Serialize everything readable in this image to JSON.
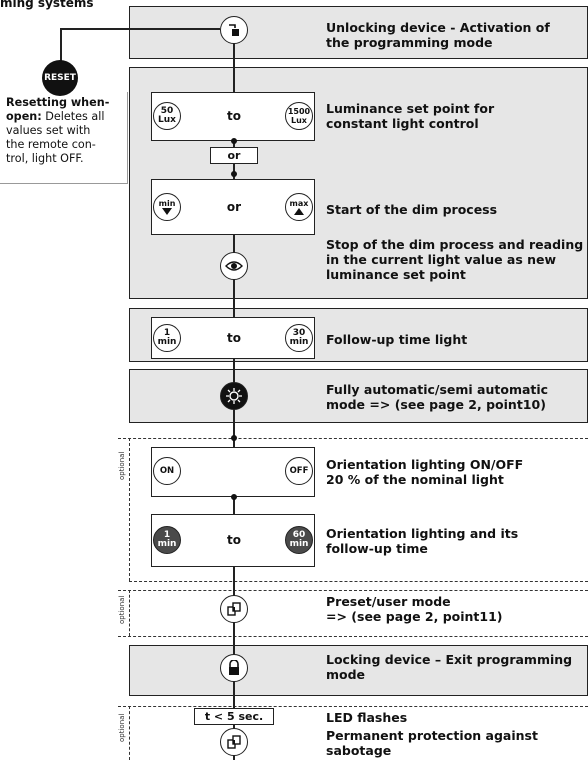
{
  "header_fragment": "ming systems",
  "reset": {
    "button_label": "RESET",
    "note_bold": "Resetting when-open:",
    "note_lines": [
      "Resetting when-",
      "open: Deletes all",
      "values set with",
      "the remote con-",
      "trol, light OFF."
    ]
  },
  "optional_label": "optional",
  "steps": {
    "unlock": {
      "desc": [
        "Unlocking device - Activation of",
        "the programming mode"
      ]
    },
    "luminance": {
      "left": [
        "50",
        "Lux"
      ],
      "mid": "to",
      "right": [
        "1500",
        "Lux"
      ],
      "desc": [
        "Luminance set point for",
        "constant light control"
      ],
      "or_label": "or"
    },
    "dim": {
      "left": "min",
      "mid": "or",
      "right": "max",
      "desc_start": "Start of the dim process",
      "desc_stop": [
        "Stop of the dim process and reading",
        "in the current light value as new",
        "luminance set point"
      ]
    },
    "followup": {
      "left": [
        "1",
        "min"
      ],
      "mid": "to",
      "right": [
        "30",
        "min"
      ],
      "desc": "Follow-up time light"
    },
    "auto": {
      "desc": [
        "Fully automatic/semi automatic",
        "mode => (see page 2, point10)"
      ]
    },
    "orient_onoff": {
      "left": "ON",
      "right": "OFF",
      "desc": [
        "Orientation lighting ON/OFF",
        "20 % of the nominal light"
      ]
    },
    "orient_time": {
      "left": [
        "1",
        "min"
      ],
      "mid": "to",
      "right": [
        "60",
        "min"
      ],
      "desc": [
        "Orientation lighting and its",
        "follow-up time"
      ]
    },
    "preset": {
      "desc": [
        "Preset/user mode",
        "=> (see page 2, point11)"
      ]
    },
    "lock": {
      "desc": [
        "Locking device – Exit programming",
        "mode"
      ]
    },
    "flash": {
      "timer": "t < 5 sec.",
      "desc_led": "LED flashes",
      "desc_perm": [
        "Permanent protection against",
        "sabotage"
      ]
    }
  }
}
